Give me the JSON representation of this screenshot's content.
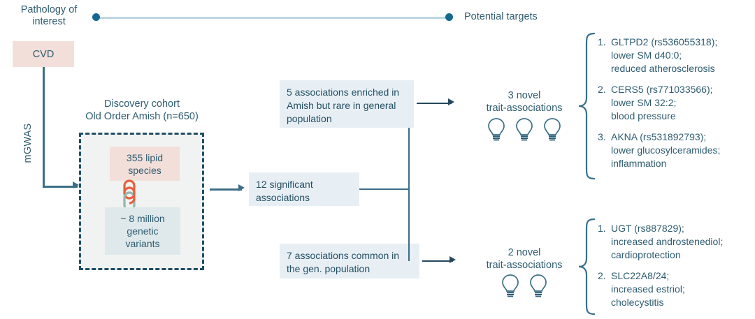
{
  "legend": {
    "left_label": "Pathology of\ninterest",
    "right_label": "Potential targets",
    "line_color": "#bcd7e2",
    "dot_color": "#15678f"
  },
  "pathology": {
    "box_label": "CVD",
    "box_color": "#f2dfda",
    "arrow_label": "mGWAS"
  },
  "cohort": {
    "title": "Discovery cohort\nOld Order Amish (n=650)",
    "lipid_box": "355 lipid\nspecies",
    "lipid_box_color": "#f2dfda",
    "variants_box": "~ 8 million\ngenetic\nvariants",
    "variants_box_color": "#dfe9eb",
    "container_fill": "#f1f2f2",
    "container_border": "#1d4f66",
    "link_icon_top_color": "#e4603f",
    "link_icon_bottom_color": "#93b8ad"
  },
  "results": {
    "significant": "12 significant\nassociations",
    "enriched": "5 associations enriched in Amish but rare in general population",
    "common": "7 associations common in the gen. population",
    "box_color": "#e7eff5"
  },
  "novel_top": {
    "title": "3 novel\ntrait-associations",
    "bulb_count": 3
  },
  "novel_bottom": {
    "title": "2 novel\ntrait-associations",
    "bulb_count": 2
  },
  "targets_top": [
    {
      "num": "1.",
      "text": "GLTPD2 (rs536055318);\nlower SM d40:0;\nreduced atherosclerosis"
    },
    {
      "num": "2.",
      "text": "CERS5 (rs771033566);\nlower SM 32:2;\nblood pressure"
    },
    {
      "num": "3.",
      "text": "AKNA (rs531892793);\nlower glucosylceramides;\ninflammation"
    }
  ],
  "targets_bottom": [
    {
      "num": "1.",
      "text": "UGT (rs887829);\nincreased androstenediol;\ncardioprotection"
    },
    {
      "num": "2.",
      "text": "SLC22A8/24;\nincreased estriol;\ncholecystitis"
    }
  ],
  "icons": {
    "bulb": "lightbulb-icon",
    "link": "chain-link-icon",
    "brace": "curly-brace-icon"
  }
}
